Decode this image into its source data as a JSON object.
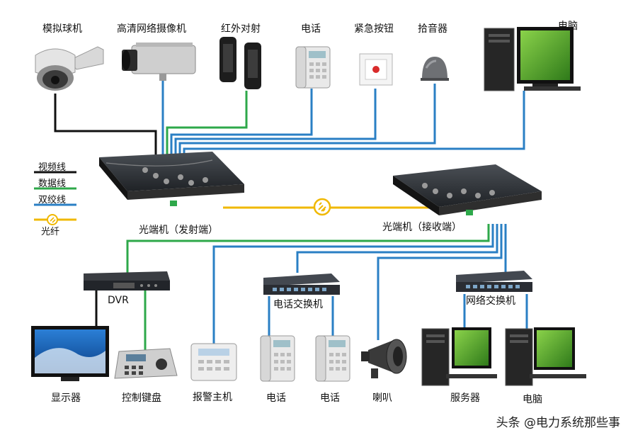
{
  "colors": {
    "video": "#111111",
    "data": "#2ea84a",
    "twisted_pair": "#2a7fc4",
    "fiber": "#f0b800"
  },
  "labels": {
    "analog_dome": "模拟球机",
    "hd_camera": "高清网络摄像机",
    "ir_beam": "红外对射",
    "phone_top": "电话",
    "emergency_button": "紧急按钮",
    "pickup": "拾音器",
    "pc_top": "电脑",
    "tx": "光端机（发射端）",
    "rx": "光端机（接收端）",
    "dvr": "DVR",
    "phone_switch": "电话交换机",
    "net_switch": "网络交换机",
    "display": "显示器",
    "keyboard": "控制键盘",
    "alarm_host": "报警主机",
    "phone_b1": "电话",
    "phone_b2": "电话",
    "speaker": "喇叭",
    "server": "服务器",
    "pc_bottom": "电脑"
  },
  "legend": {
    "video": "视频线",
    "data": "数据线",
    "twisted_pair": "双绞线",
    "fiber": "光纤"
  },
  "watermark": "头条 @电力系统那些事"
}
